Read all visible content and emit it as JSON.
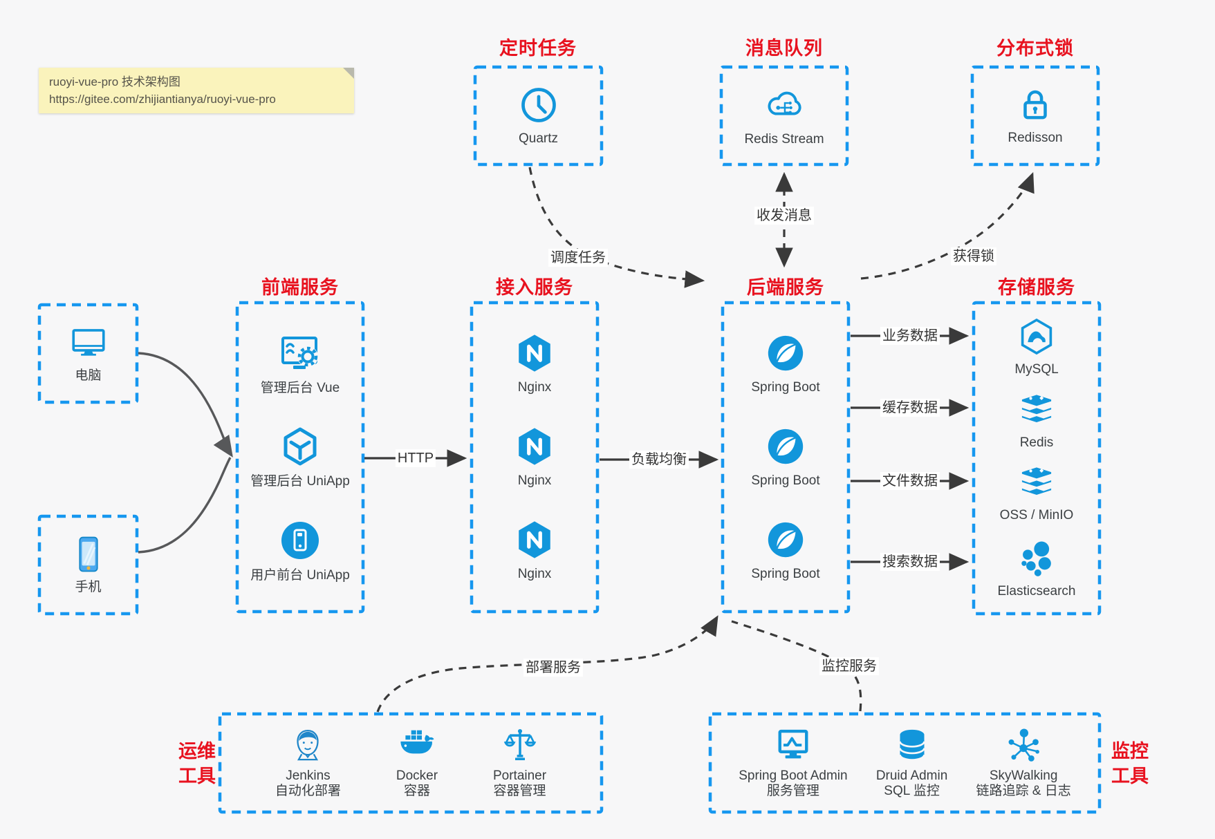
{
  "note": {
    "line1": "ruoyi-vue-pro 技术架构图",
    "line2": "https://gitee.com/zhijiantianya/ruoyi-vue-pro"
  },
  "top_row": [
    {
      "title": "定时任务",
      "label": "Quartz",
      "icon": "clock-icon"
    },
    {
      "title": "消息队列",
      "label": "Redis Stream",
      "icon": "cloud-stream-icon"
    },
    {
      "title": "分布式锁",
      "label": "Redisson",
      "icon": "lock-icon"
    }
  ],
  "clients": [
    {
      "label": "电脑",
      "icon": "desktop-icon"
    },
    {
      "label": "手机",
      "icon": "smartphone-icon"
    }
  ],
  "columns": [
    {
      "title": "前端服务",
      "items": [
        {
          "label": "管理后台 Vue",
          "icon": "admin-vue-icon"
        },
        {
          "label": "管理后台 UniApp",
          "icon": "uniapp-cube-icon"
        },
        {
          "label": "用户前台 UniApp",
          "icon": "user-app-icon"
        }
      ]
    },
    {
      "title": "接入服务",
      "items": [
        {
          "label": "Nginx",
          "icon": "nginx-icon"
        },
        {
          "label": "Nginx",
          "icon": "nginx-icon"
        },
        {
          "label": "Nginx",
          "icon": "nginx-icon"
        }
      ]
    },
    {
      "title": "后端服务",
      "items": [
        {
          "label": "Spring Boot",
          "icon": "spring-icon"
        },
        {
          "label": "Spring Boot",
          "icon": "spring-icon"
        },
        {
          "label": "Spring Boot",
          "icon": "spring-icon"
        }
      ]
    },
    {
      "title": "存储服务",
      "items": [
        {
          "label": "MySQL",
          "icon": "mysql-icon"
        },
        {
          "label": "Redis",
          "icon": "redis-stack-icon"
        },
        {
          "label": "OSS / MinIO",
          "icon": "oss-stack-icon"
        },
        {
          "label": "Elasticsearch",
          "icon": "elasticsearch-icon"
        }
      ]
    }
  ],
  "bottom_row": [
    {
      "title_lines": [
        "运维",
        "工具"
      ],
      "items": [
        {
          "label": "Jenkins",
          "sub": "自动化部署",
          "icon": "jenkins-icon"
        },
        {
          "label": "Docker",
          "sub": "容器",
          "icon": "docker-icon"
        },
        {
          "label": "Portainer",
          "sub": "容器管理",
          "icon": "portainer-icon"
        }
      ]
    },
    {
      "title_lines": [
        "监控",
        "工具"
      ],
      "items": [
        {
          "label": "Spring Boot Admin",
          "sub": "服务管理",
          "icon": "sba-monitor-icon"
        },
        {
          "label": "Druid Admin",
          "sub": "SQL 监控",
          "icon": "druid-db-icon"
        },
        {
          "label": "SkyWalking",
          "sub": "链路追踪 & 日志",
          "icon": "skywalking-icon"
        }
      ]
    }
  ],
  "edges": {
    "http": "HTTP",
    "load_balance": "负载均衡",
    "business_data": "业务数据",
    "cache_data": "缓存数据",
    "file_data": "文件数据",
    "search_data": "搜索数据",
    "schedule": "调度任务",
    "messaging": "收发消息",
    "acquire_lock": "获得锁",
    "deploy": "部署服务",
    "monitor": "监控服务"
  },
  "colors": {
    "accent_blue": "#1296db",
    "border_blue": "#1697ef",
    "title_red": "#e8121f",
    "arrow_dark": "#3a3a3a",
    "note_bg": "#faf3bc"
  }
}
